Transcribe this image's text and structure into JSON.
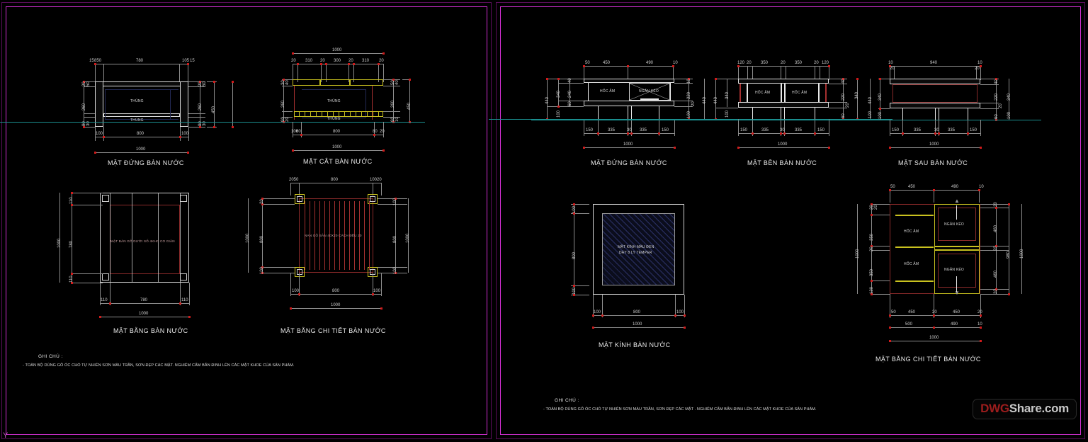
{
  "app": {
    "background": "#000000",
    "frame_color": "#d12fd1",
    "watermark": {
      "part1": "DWG",
      "part2": "Share.com"
    },
    "ucs_marker": "Y"
  },
  "sheets": [
    {
      "id": "sheet-left",
      "notes": {
        "heading": "GHI CHÚ :",
        "line1": "- TOÀN BỘ DÙNG GỖ ÓC CHÓ TỰ NHIÊN SƠN MÀU TRẦN, SƠN ĐẸP CÁC MẶT. NGHIÊM CẤM BẮN ĐINH LÊN CÁC MẶT KHOE CỦA SẢN PHẨM."
      },
      "views": [
        {
          "id": "mat-dung-ban-nuoc",
          "title": "MẶT ĐỨNG BÀN NƯỚC",
          "labels": [
            "THÙNG",
            "THÙNG"
          ],
          "dims_top": [
            "15",
            "850",
            "780",
            "105",
            "15"
          ],
          "dims_bottom": [
            "100",
            "800",
            "100"
          ],
          "dims_overall": [
            "1000"
          ],
          "dims_left": [
            "20",
            "50",
            "260",
            "90",
            "30"
          ],
          "dims_right": [
            "20",
            "50",
            "40",
            "260",
            "90",
            "30",
            "450"
          ]
        },
        {
          "id": "mat-cat-ban-nuoc",
          "title": "MẶT CẮT BÀN NƯỚC",
          "labels": [
            "THÙNG",
            "THÙNG"
          ],
          "dims_top_overall": "1000",
          "dims_top": [
            "20",
            "310",
            "20",
            "300",
            "20",
            "310",
            "20"
          ],
          "dims_bottom": [
            "100",
            "60",
            "800",
            "80",
            "20"
          ],
          "dims_overall": "1000",
          "dims_left": [
            "30",
            "40",
            "260",
            "90",
            "20"
          ],
          "dims_right": [
            "50",
            "40",
            "260",
            "90",
            "10",
            "450"
          ]
        },
        {
          "id": "mat-bang-ban-nuoc",
          "title": "MẶT BẰNG BÀN NƯỚC",
          "labels": [
            "MẶT BÀN GỖ DƯỚI SỐ 4KHC CO GIÃN"
          ],
          "dims_left": [
            "110",
            "780",
            "110",
            "1000"
          ],
          "dims_bottom": [
            "110",
            "780",
            "110"
          ],
          "dims_overall": "1000"
        },
        {
          "id": "mat-bang-chi-tiet-ban-nuoc",
          "title": "MẶT BẰNG CHI TIẾT BÀN NƯỚC",
          "labels": [
            "NAN GỖ BẢN 40X20 CÁCH ĐỀU 20"
          ],
          "dims_top": [
            "2050",
            "800",
            "10020"
          ],
          "dims_left": [
            "1000",
            "800",
            "20",
            "100"
          ],
          "dims_right": [
            "100",
            "800",
            "100",
            "1000"
          ],
          "dims_bottom": [
            "100",
            "800",
            "100"
          ],
          "dims_overall": "1000"
        }
      ]
    },
    {
      "id": "sheet-right",
      "notes": {
        "heading": "GHI CHÚ :",
        "line1": "- TOÀN BỘ DÙNG GỖ ÓC CHÓ TỰ NHIÊN SƠN MÀU TRẦN, SƠN ĐẸP CÁC MẶT . NGHIÊM CẤM BẮN ĐINH LÊN CÁC MẶT KHOE CỦA SẢN PHẨM."
      },
      "views": [
        {
          "id": "mat-dung-ban-nuoc-r",
          "title": "MẶT ĐỨNG BÀN NƯỚC",
          "labels": [
            "HỐC ÂM",
            "NGĂN KÉO"
          ],
          "dims_top": [
            "50",
            "450",
            "490",
            "10"
          ],
          "dims_bottom": [
            "150",
            "335",
            "30",
            "335",
            "150"
          ],
          "dims_overall": "1000",
          "dims_left": [
            "440",
            "340",
            "40",
            "240",
            "60",
            "100"
          ],
          "dims_right": [
            "10",
            "220",
            "20",
            "100",
            "40",
            "440"
          ]
        },
        {
          "id": "mat-ben-ban-nuoc",
          "title": "MẶT BÊN BÀN NƯỚC",
          "labels": [
            "HỐC ÂM",
            "HỐC ÂM"
          ],
          "dims_top": [
            "120",
            "20",
            "350",
            "20",
            "350",
            "20",
            "120"
          ],
          "dims_bottom": [
            "150",
            "335",
            "30",
            "335",
            "150"
          ],
          "dims_overall": "1000",
          "dims_left": [
            "440",
            "340",
            "100"
          ],
          "dims_right": [
            "40",
            "220",
            "20",
            "60",
            "340",
            "440",
            "100"
          ]
        },
        {
          "id": "mat-sau-ban-nuoc",
          "title": "MẶT SAU BÀN NƯỚC",
          "labels": [],
          "dims_top": [
            "10",
            "940",
            "10",
            "20",
            "20"
          ],
          "dims_bottom": [
            "150",
            "335",
            "30",
            "335",
            "150"
          ],
          "dims_overall": "1000",
          "dims_left": [
            "340",
            "100"
          ],
          "dims_right": [
            "40",
            "220",
            "20",
            "60",
            "340",
            "100"
          ]
        },
        {
          "id": "mat-kinh-ban-nuoc",
          "title": "MẶT KÍNH BÀN NƯỚC",
          "labels": [
            "MẶT KÍNH MÀU ĐEN",
            "DÀY 8 LY TEMPER"
          ],
          "dims_left": [
            "100",
            "800",
            "100",
            "1000"
          ],
          "dims_bottom": [
            "100",
            "800",
            "100"
          ],
          "dims_overall": "1000"
        },
        {
          "id": "mat-bang-chi-tiet-ban-nuoc-r",
          "title": "MẶT BẰNG CHI TIẾT BÀN NƯỚC",
          "labels": [
            "HỐC ÂM",
            "HỐC ÂM",
            "NGĂN KÉO",
            "NGĂN KÉO"
          ],
          "dims_top": [
            "50",
            "450",
            "490",
            "10"
          ],
          "dims_left": [
            "1000",
            "20",
            "20",
            "350",
            "20",
            "350",
            "120",
            "20"
          ],
          "dims_right": [
            "20",
            "460",
            "20",
            "460",
            "20",
            "980",
            "1000"
          ],
          "dims_bottom_1": [
            "50",
            "450",
            "20",
            "450",
            "20"
          ],
          "dims_bottom_2": [
            "500",
            "490",
            "10"
          ],
          "dims_overall": "1000"
        }
      ]
    }
  ]
}
